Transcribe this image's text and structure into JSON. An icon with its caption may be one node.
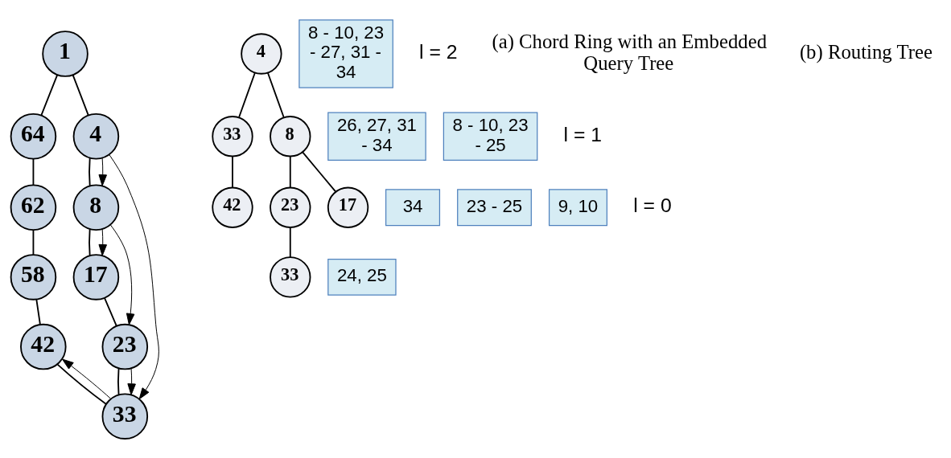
{
  "diagram": {
    "nodes": [
      {
        "text": [
          "1"
        ]
      },
      {
        "text": [
          "64"
        ]
      },
      {
        "text": [
          "4"
        ]
      },
      {
        "text": [
          "62"
        ]
      },
      {
        "text": [
          "8"
        ]
      },
      {
        "text": [
          "58"
        ]
      },
      {
        "text": [
          "17"
        ]
      },
      {
        "text": [
          "42"
        ]
      },
      {
        "text": [
          "23"
        ]
      },
      {
        "text": [
          "33"
        ]
      },
      {
        "text": [
          "4"
        ]
      },
      {
        "text": [
          "8 - 10, 23 - 27, 31 - 34"
        ]
      },
      {
        "text": [
          "33"
        ]
      },
      {
        "text": [
          "26, 27, 31 - 34"
        ]
      },
      {
        "text": [
          "8"
        ]
      },
      {
        "text": [
          "8 - 10, 23 - 25"
        ]
      },
      {
        "text": [
          "42"
        ]
      },
      {
        "text": [
          "34"
        ]
      },
      {
        "text": [
          "23"
        ]
      },
      {
        "text": [
          "23 - 25"
        ]
      },
      {
        "text": [
          "17"
        ]
      },
      {
        "text": [
          "9, 10"
        ]
      },
      {
        "text": [
          "33"
        ]
      },
      {
        "text": [
          "24, 25"
        ]
      }
    ],
    "edges": [
      {
        "from": 0,
        "to": 1,
        "arrow": "none"
      },
      {
        "from": 0,
        "to": 2,
        "arrow": "none"
      },
      {
        "from": 1,
        "to": 3,
        "arrow": "none"
      },
      {
        "from": 2,
        "to": 4,
        "arrow": "none"
      },
      {
        "from": 3,
        "to": 5,
        "arrow": "none"
      },
      {
        "from": 4,
        "to": 6,
        "arrow": "none"
      },
      {
        "from": 5,
        "to": 7,
        "arrow": "none"
      },
      {
        "from": 6,
        "to": 8,
        "arrow": "none"
      },
      {
        "from": 7,
        "to": 9,
        "arrow": "none"
      },
      {
        "from": 8,
        "to": 9,
        "arrow": "none"
      },
      {
        "from": 2,
        "to": 4,
        "arrow": "to"
      },
      {
        "from": 2,
        "to": 9,
        "arrow": "to"
      },
      {
        "from": 4,
        "to": 8,
        "arrow": "to"
      },
      {
        "from": 4,
        "to": 6,
        "arrow": "to"
      },
      {
        "from": 8,
        "to": 9,
        "arrow": "to"
      },
      {
        "from": 9,
        "to": 7,
        "arrow": "to"
      },
      {
        "from": 10,
        "to": 12,
        "arrow": "none"
      },
      {
        "from": 10,
        "to": 14,
        "arrow": "none"
      },
      {
        "from": 12,
        "to": 16,
        "arrow": "none"
      },
      {
        "from": 14,
        "to": 18,
        "arrow": "none"
      },
      {
        "from": 14,
        "to": 20,
        "arrow": "none"
      },
      {
        "from": 18,
        "to": 22,
        "arrow": "none"
      }
    ],
    "labels": [
      "l = 2",
      "l = 1",
      "l = 0",
      "(a) Chord Ring with an Embedded Query Tree",
      "(b) Routing Tree"
    ]
  }
}
